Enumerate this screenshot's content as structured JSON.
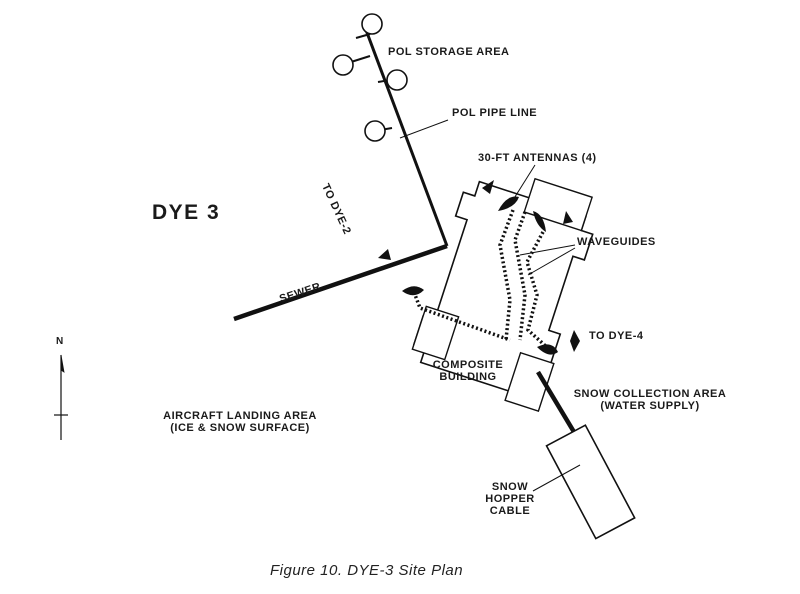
{
  "title": "DYE 3",
  "caption": "Figure 10.  DYE-3 Site Plan",
  "labels": {
    "pol_storage_area": "POL STORAGE AREA",
    "pol_pipe_line": "POL PIPE LINE",
    "antennas": "30-FT ANTENNAS (4)",
    "waveguides": "WAVEGUIDES",
    "to_dye2": "TO DYE-2",
    "to_dye4": "TO DYE-4",
    "sewer": "SEWER",
    "composite_building_1": "COMPOSITE",
    "composite_building_2": "BUILDING",
    "snow_collection_1": "SNOW COLLECTION AREA",
    "snow_collection_2": "(WATER SUPPLY)",
    "aircraft_landing_1": "AIRCRAFT LANDING AREA",
    "aircraft_landing_2": "(ICE & SNOW SURFACE)",
    "snow_hopper_1": "SNOW",
    "snow_hopper_2": "HOPPER",
    "snow_hopper_3": "CABLE",
    "north": "N"
  }
}
